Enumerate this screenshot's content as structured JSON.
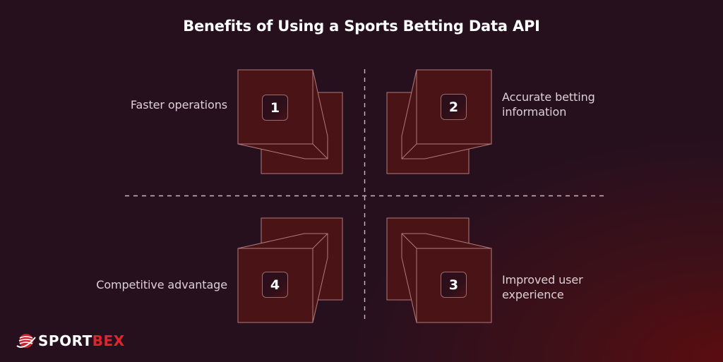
{
  "title": "Benefits of Using a Sports Betting Data API",
  "benefits": [
    {
      "number": "1",
      "label": "Faster operations"
    },
    {
      "number": "2",
      "label_line1": "Accurate betting",
      "label_line2": "information"
    },
    {
      "number": "3",
      "label_line1": "Improved user",
      "label_line2": "experience"
    },
    {
      "number": "4",
      "label": "Competitive advantage"
    }
  ],
  "logo": {
    "text_white": "SPORT",
    "text_red": "BEX",
    "icon": "globe-swoosh-icon"
  },
  "colors": {
    "background": "#27101e",
    "background_glow": "#5a0d10",
    "cube_fill": "#4a1416",
    "cube_stroke": "#b07a7c",
    "accent_red": "#e0252a",
    "text": "#ddd0d6",
    "divider": "#c9b8c0"
  }
}
